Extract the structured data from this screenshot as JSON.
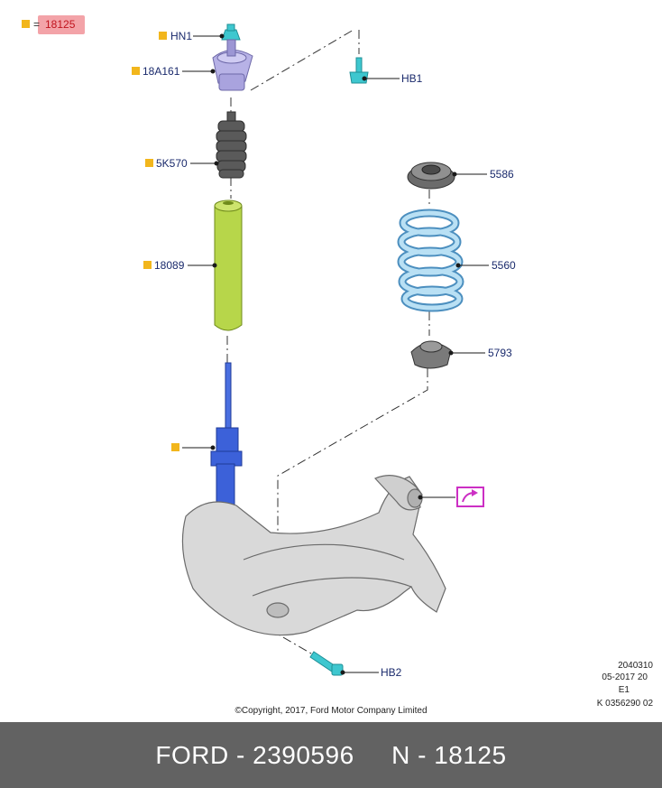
{
  "legend": {
    "equals": "=",
    "part_number": "18125",
    "marker_color": "#f2b61c",
    "highlight_color": "#f3a3a8"
  },
  "callouts": {
    "hn1": "HN1",
    "top_mount": "18A161",
    "hb1": "HB1",
    "bump_stop": "5K570",
    "dust_boot": "18089",
    "upper_seat": "5586",
    "spring": "5560",
    "lower_seat": "5793",
    "hb2": "HB2"
  },
  "colors": {
    "label_text": "#1a2a6c",
    "fastener": "#3ec7cf",
    "boot": "#b7d64a",
    "shock": "#3c61d9",
    "spring": "#9fd0ea",
    "mount": "#b7b2e6",
    "bumper": "#555555",
    "subframe": "#d9d9d9",
    "link_icon": "#cc2fc4"
  },
  "icons": {
    "link": "external-link-icon"
  },
  "copyright": "©Copyright, 2017, Ford Motor Company Limited",
  "code_block": [
    "2040310",
    "05-2017 20",
    "E1",
    "K 0356290 02"
  ],
  "footer": {
    "brand": "FORD",
    "part": "2390596",
    "n_label": "N",
    "n_value": "18125",
    "separator": "-"
  }
}
